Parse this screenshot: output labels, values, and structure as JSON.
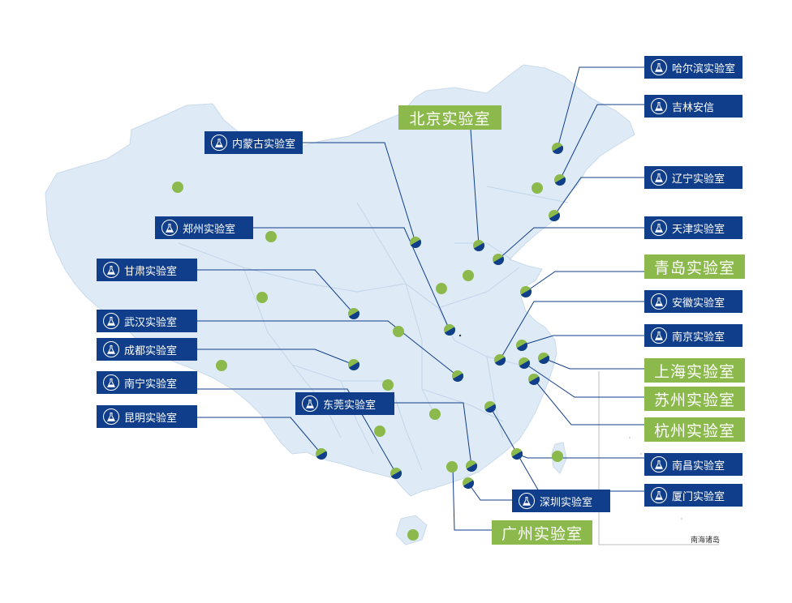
{
  "map": {
    "region": "China",
    "marker_colors": {
      "lab": "#103e8a",
      "dot": "#8bb94b",
      "land": "#deeaf5",
      "border": "#c6d8ea",
      "leader": "#103e8a"
    },
    "inset_label": "南海诸岛"
  },
  "labs": {
    "haerbin": "哈尔滨实验室",
    "jilin": "吉林安信",
    "liaoning": "辽宁实验室",
    "tianjin": "天津实验室",
    "anhui": "安徽实验室",
    "nanjing": "南京实验室",
    "nanchang": "南昌实验室",
    "xiamen": "厦门实验室",
    "shenzhen": "深圳实验室",
    "dongguan": "东莞实验室",
    "neimenggu": "内蒙古实验室",
    "zhengzhou": "郑州实验室",
    "gansu": "甘肃实验室",
    "wuhan": "武汉实验室",
    "chengdu": "成都实验室",
    "nanning": "南宁实验室",
    "kunming": "昆明实验室"
  },
  "featured_labs": {
    "beijing": "北京实验室",
    "qingdao": "青岛实验室",
    "shanghai": "上海实验室",
    "suzhou": "苏州实验室",
    "hangzhou": "杭州实验室",
    "guangzhou": "广州实验室"
  }
}
